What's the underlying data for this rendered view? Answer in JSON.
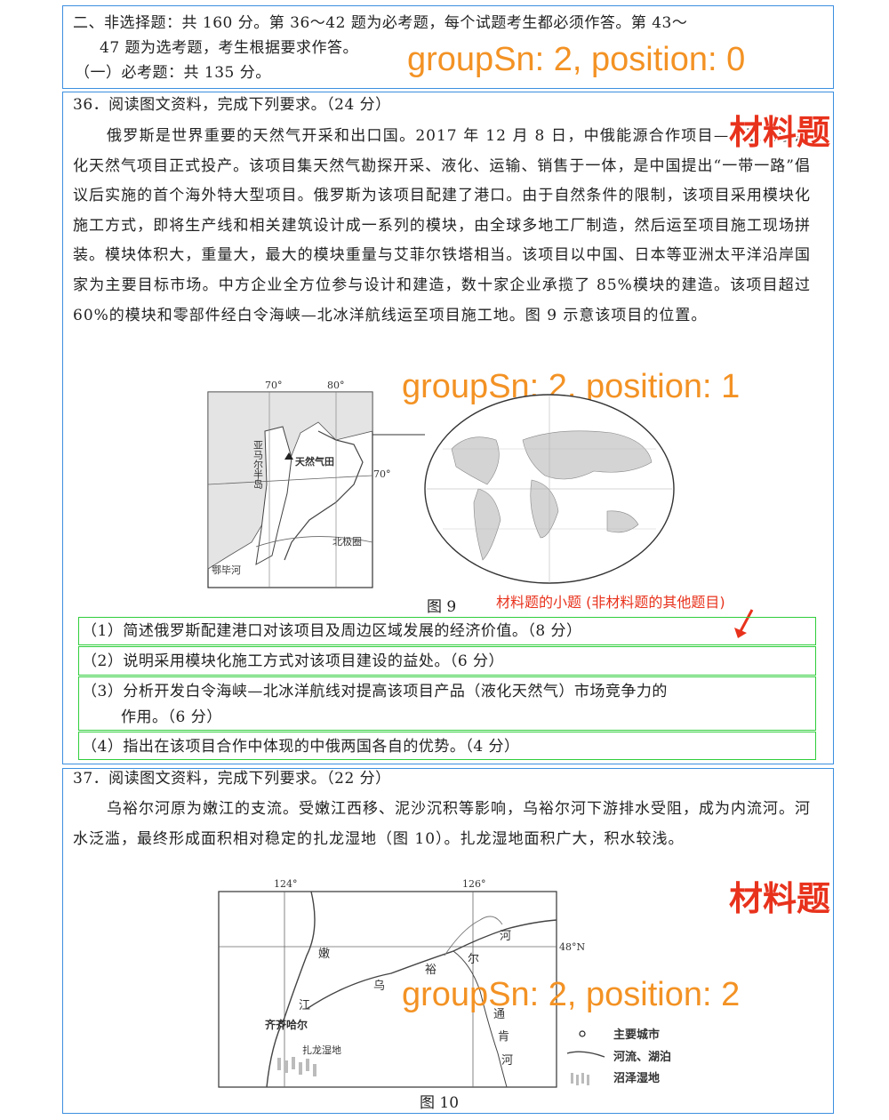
{
  "section": {
    "line1": "二、非选择题：共 160 分。第 36～42 题为必考题，每个试题考生都必须作答。第 43～",
    "line2": "47 题为选考题，考生根据要求作答。",
    "line3": "（一）必考题：共 135 分。"
  },
  "annotations": {
    "group0": "groupSn: 2, position: 0",
    "group1": "groupSn: 2, position: 1",
    "group2": "groupSn: 2, position: 2",
    "material_tag": "材料题",
    "subq_note": "材料题的小题 (非材料题的其他题目)"
  },
  "q36": {
    "heading": "36．阅读图文资料，完成下列要求。（24 分）",
    "body": "俄罗斯是世界重要的天然气开采和出口国。2017 年 12 月 8 日，中俄能源合作项目——亚马尔液化天然气项目正式投产。该项目集天然气勘探开采、液化、运输、销售于一体，是中国提出“一带一路”倡议后实施的首个海外特大型项目。俄罗斯为该项目配建了港口。由于自然条件的限制，该项目采用模块化施工方式，即将生产线和相关建筑设计成一系列的模块，由全球多地工厂制造，然后运至项目施工现场拼装。模块体积大，重量大，最大的模块重量与艾菲尔铁塔相当。该项目以中国、日本等亚洲太平洋沿岸国家为主要目标市场。中方企业全方位参与设计和建造，数十家企业承揽了 85%模块的建造。该项目超过 60%的模块和零部件经白令海峡—北冰洋航线运至项目施工地。图 9 示意该项目的位置。",
    "figure": "图 9",
    "map_labels": {
      "lon70": "70°",
      "lon80": "80°",
      "lat70": "70°",
      "gasfield": "天然气田",
      "peninsula": "亚马尔半岛",
      "arctic": "北极圈",
      "river": "鄂毕河"
    },
    "subquestions": [
      "（1）简述俄罗斯配建港口对该项目及周边区域发展的经济价值。（8 分）",
      "（2）说明采用模块化施工方式对该项目建设的益处。（6 分）",
      "（3）分析开发白令海峡—北冰洋航线对提高该项目产品（液化天然气）市场竞争力的",
      "作用。（6 分）",
      "（4）指出在该项目合作中体现的中俄两国各自的优势。（4 分）"
    ]
  },
  "q37": {
    "heading": "37．阅读图文资料，完成下列要求。（22 分）",
    "body": "乌裕尔河原为嫩江的支流。受嫩江西移、泥沙沉积等影响，乌裕尔河下游排水受阻，成为内流河。河水泛滥，最终形成面积相对稳定的扎龙湿地（图 10）。扎龙湿地面积广大，积水较浅。",
    "figure": "图 10",
    "map_labels": {
      "lon124": "124°",
      "lon126": "126°",
      "lat48": "48°N",
      "nen": "嫩",
      "jiang": "江",
      "wu": "乌",
      "yu": "裕",
      "er": "尔",
      "he": "河",
      "city": "齐齐哈尔",
      "wetland": "扎龙湿地",
      "tong": "通",
      "ken": "肯",
      "he2": "河"
    },
    "legend": [
      "主要城市",
      "河流、湖泊",
      "沼泽湿地"
    ]
  }
}
